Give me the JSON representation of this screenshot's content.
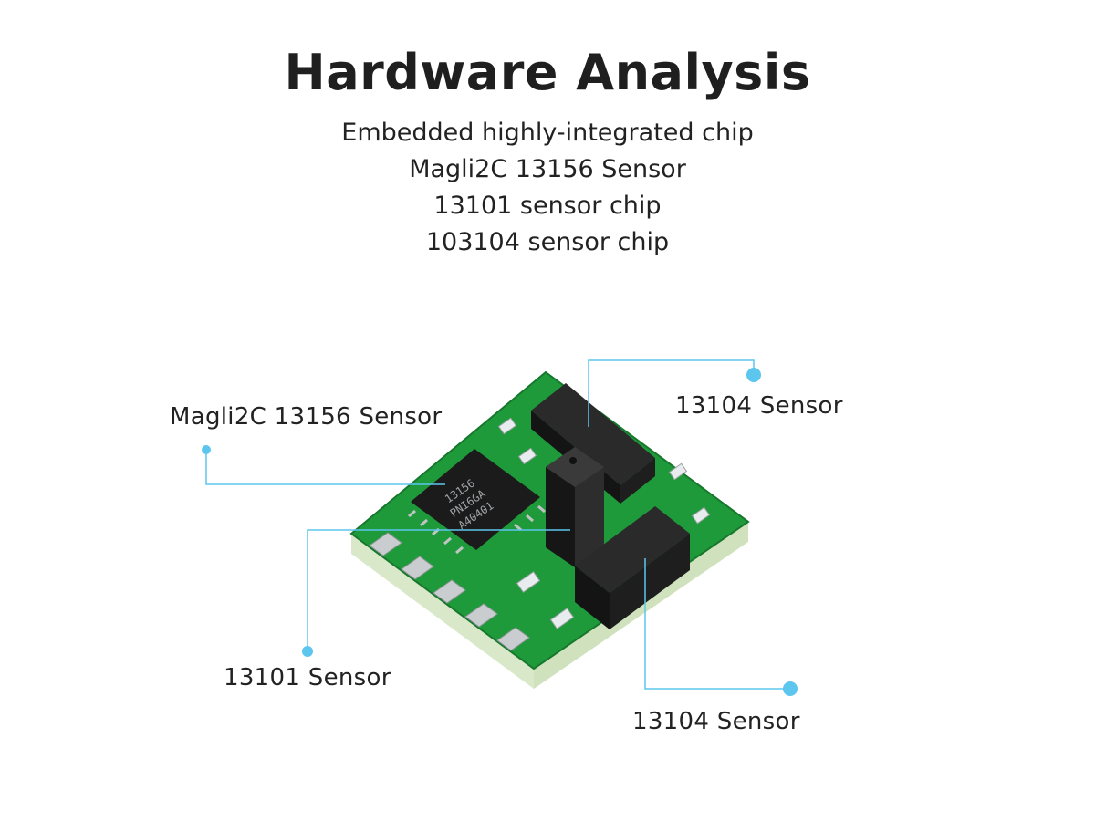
{
  "title": "Hardware Analysis",
  "subtitle_lines": [
    "Embedded highly-integrated chip",
    "Magli2C 13156 Sensor",
    "13101 sensor chip",
    "103104 sensor chip"
  ],
  "chip_marking": [
    "13156",
    "PNI6GA",
    "A40401"
  ],
  "callouts": {
    "magli": "Magli2C 13156 Sensor",
    "sensor_13104_top": "13104 Sensor",
    "sensor_13101": "13101 Sensor",
    "sensor_13104_bottom": "13104 Sensor"
  },
  "colors": {
    "pcb": "#1f9a3a",
    "callout_line": "#5cc6ee",
    "component": "#1b1b1b"
  }
}
